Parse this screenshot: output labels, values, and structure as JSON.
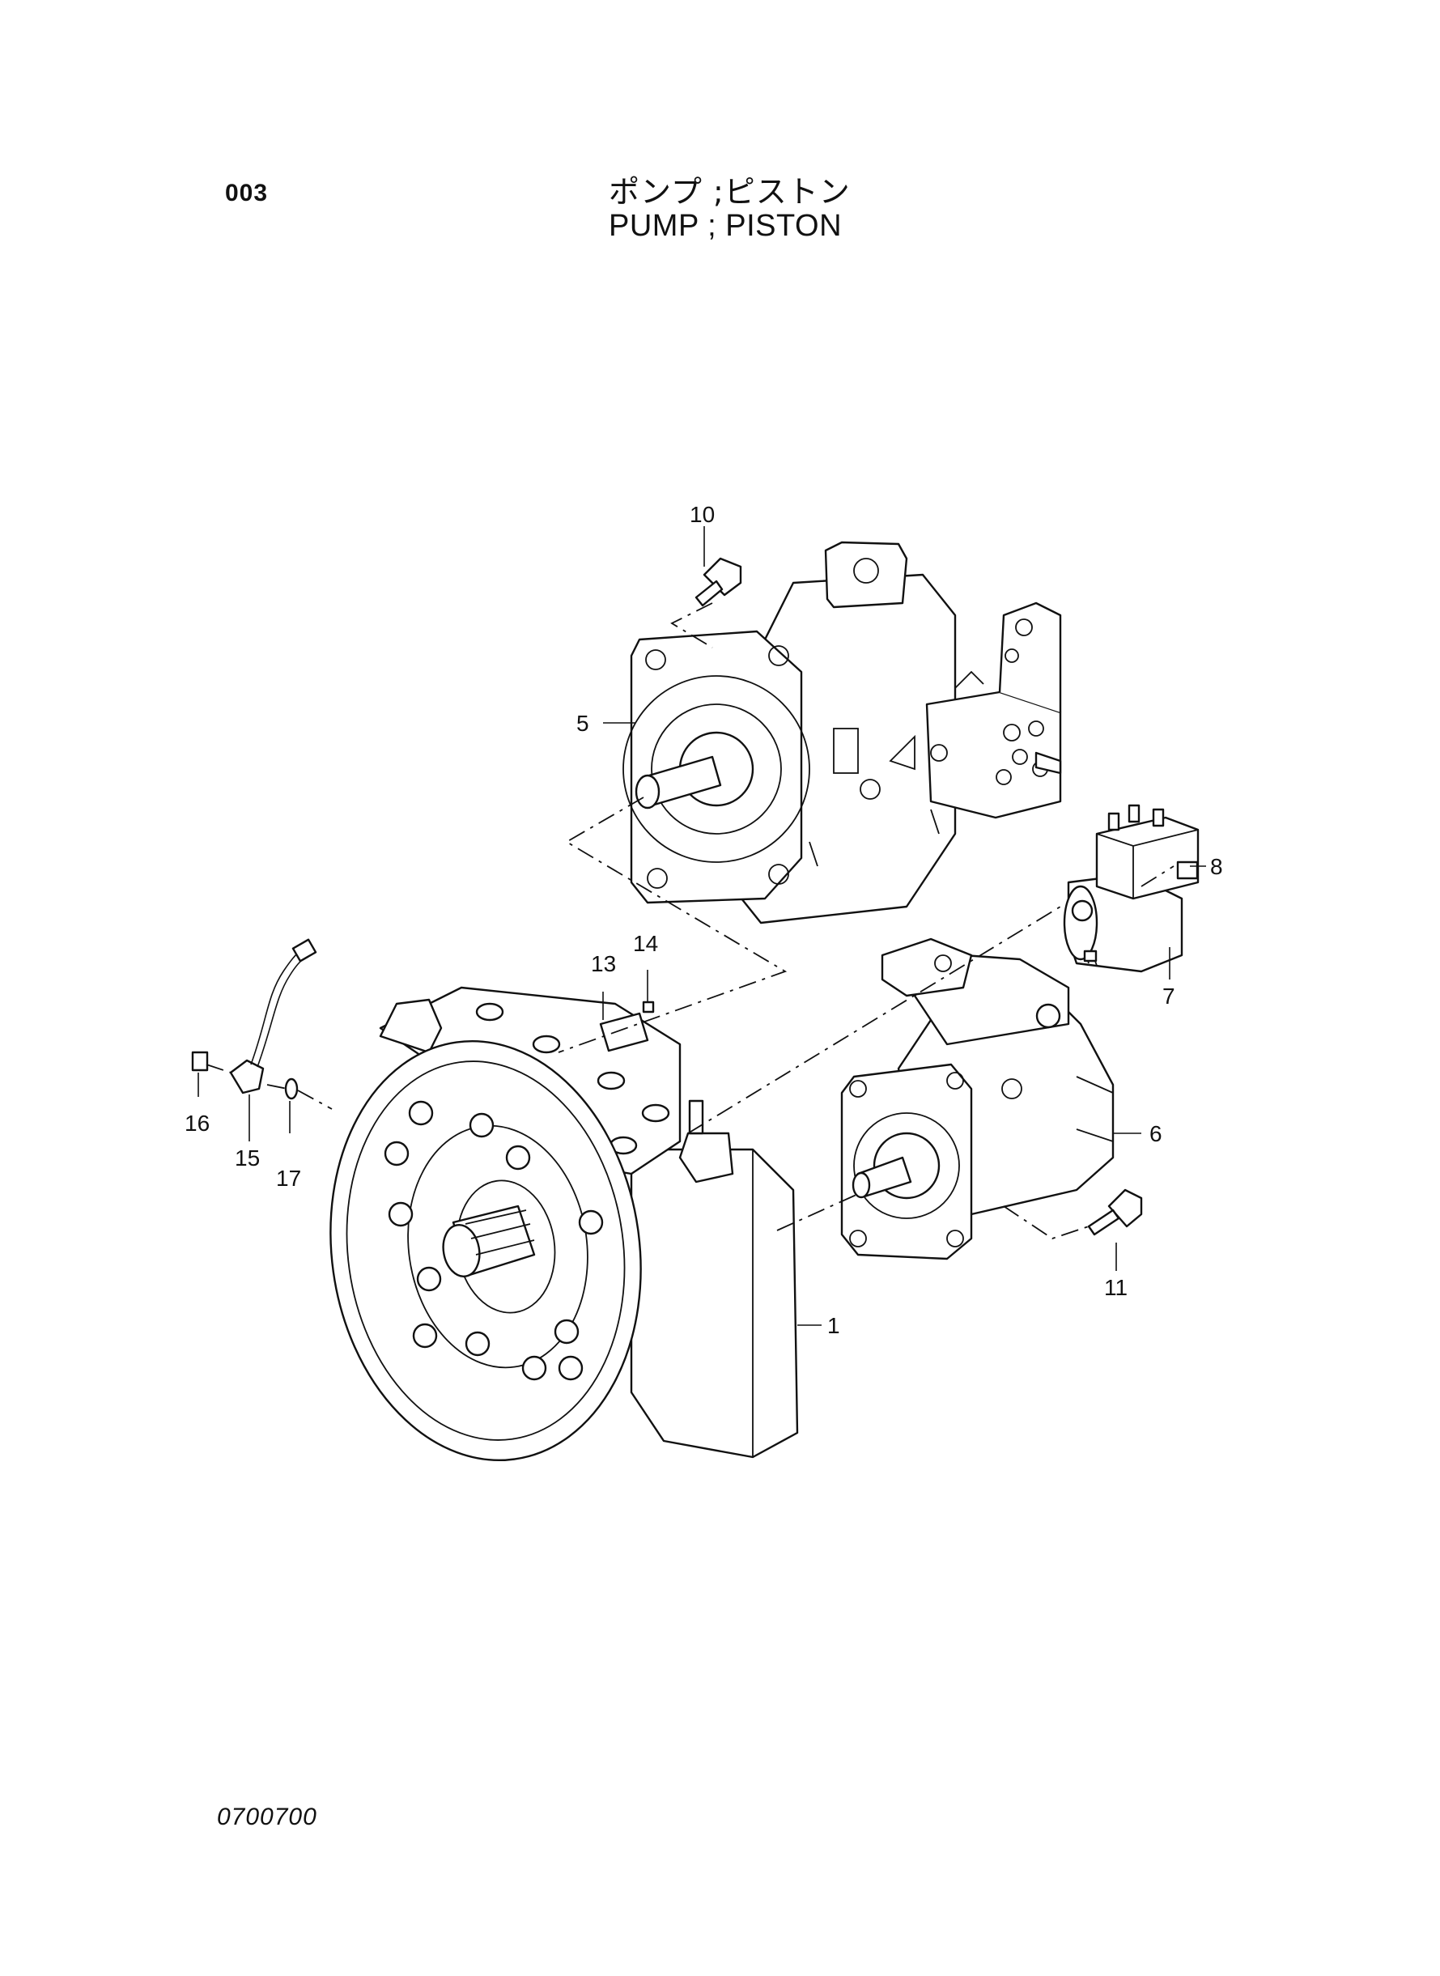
{
  "header": {
    "page_code": "003",
    "title_jp": "ポンプ ;ピストン",
    "title_en": "PUMP ; PISTON"
  },
  "footer": {
    "doc_code": "0700700"
  },
  "callouts": {
    "c1": "1",
    "c5": "5",
    "c6": "6",
    "c7": "7",
    "c8": "8",
    "c10": "10",
    "c11": "11",
    "c13": "13",
    "c14": "14",
    "c15": "15",
    "c16": "16",
    "c17": "17"
  }
}
